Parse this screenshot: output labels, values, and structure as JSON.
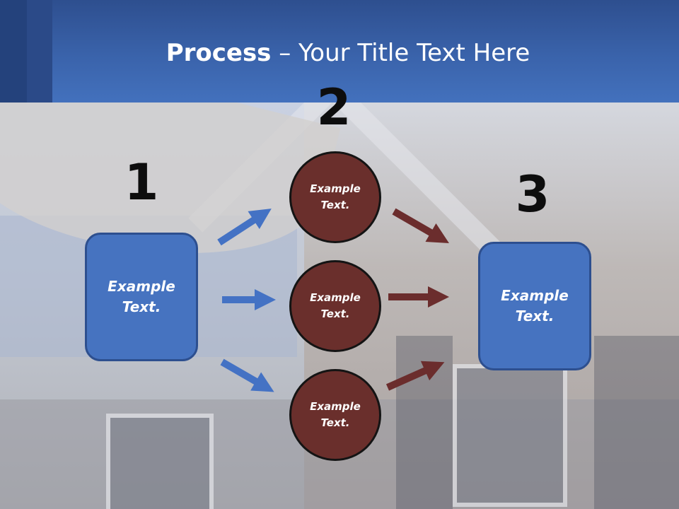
{
  "title": {
    "bold": "Process",
    "rest": " – Your Title Text Here"
  },
  "steps": {
    "one": {
      "number": "1",
      "box": "Example Text."
    },
    "two": {
      "number": "2",
      "circles": [
        "Example Text.",
        "Example Text.",
        "Example Text."
      ]
    },
    "three": {
      "number": "3",
      "box": "Example Text."
    }
  },
  "colors": {
    "header": "#3a63ab",
    "box_fill": "#4673c0",
    "circle_fill": "#6a2f2c",
    "blue_arrow": "#4472c4",
    "red_arrow": "#6b2d2d"
  }
}
